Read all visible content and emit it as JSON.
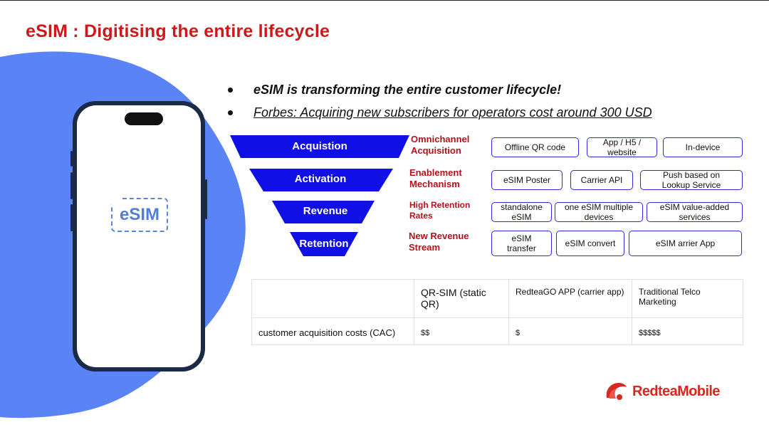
{
  "slide": {
    "title": "eSIM : Digitising the entire lifecycle",
    "colors": {
      "title": "#cc1a1a",
      "funnel": "#1010e6",
      "stage_label": "#b5121b",
      "box_border": "#2b2bdc",
      "blob": "#5a83f5",
      "logo": "#d42a1f"
    }
  },
  "phone": {
    "card_label": "eSIM"
  },
  "bullets": [
    {
      "text": "eSIM is transforming the entire customer lifecycle!"
    },
    {
      "text": "Forbes: Acquiring new subscribers for operators cost around 300 USD"
    }
  ],
  "funnel": {
    "levels": [
      {
        "label": "Acquistion",
        "stage": [
          "Omnichannel",
          "Acquisition"
        ],
        "boxes": [
          "Offline QR code",
          "App / H5 / website",
          "In-device"
        ]
      },
      {
        "label": "Activation",
        "stage": [
          "Enablement",
          "Mechanism"
        ],
        "boxes": [
          "eSIM Poster",
          "Carrier API",
          "Push based on Lookup Service"
        ]
      },
      {
        "label": "Revenue",
        "stage": [
          "High Retention",
          "Rates"
        ],
        "boxes": [
          "standalone eSIM",
          "one eSIM multiple devices",
          "eSIM value-added services"
        ]
      },
      {
        "label": "Retention",
        "stage": [
          "New Revenue",
          "Stream"
        ],
        "boxes": [
          "eSIM transfer",
          "eSIM convert",
          "eSIM arrier App"
        ]
      }
    ]
  },
  "table": {
    "headers": [
      "",
      "QR-SIM (static QR)",
      "RedteaGO APP  (carrier app)",
      "Traditional Telco Marketing"
    ],
    "rows": [
      [
        "customer acquisition costs (CAC)",
        "$$",
        "$",
        "$$$$$"
      ]
    ]
  },
  "logo": {
    "text": "RedteaMobile",
    "icon": "redtea-logo-icon"
  }
}
